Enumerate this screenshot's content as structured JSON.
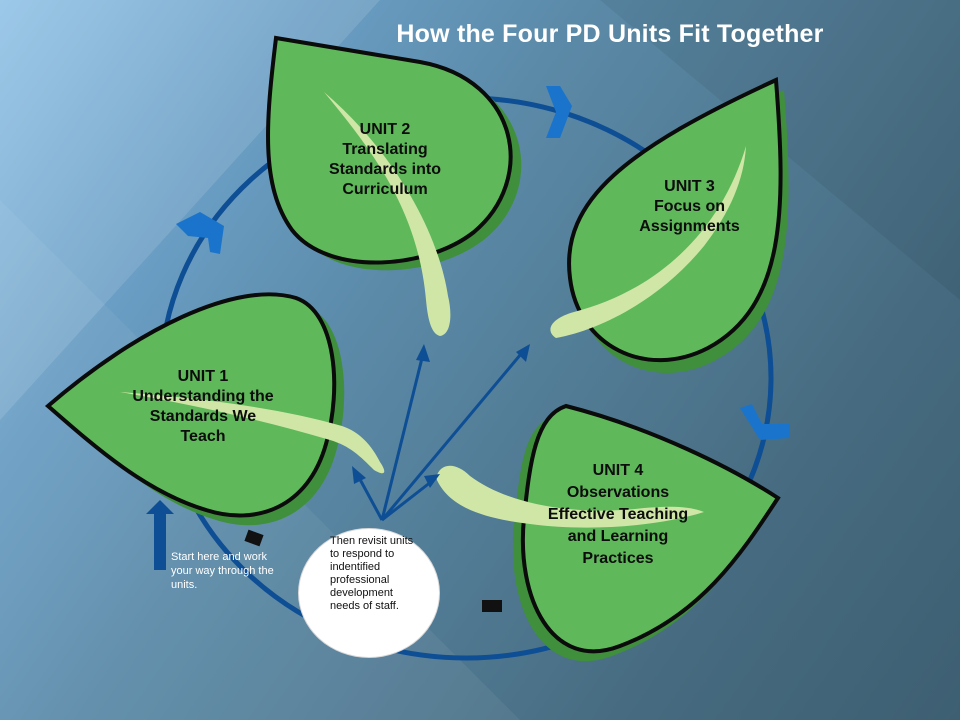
{
  "title": "How the Four PD Units Fit Together",
  "units": [
    {
      "lines": [
        "UNIT 1",
        "Understanding the",
        "Standards We",
        "Teach"
      ]
    },
    {
      "lines": [
        "UNIT 2",
        "Translating",
        "Standards into",
        "Curriculum"
      ]
    },
    {
      "lines": [
        "UNIT 3",
        "Focus on",
        "Assignments"
      ]
    },
    {
      "lines": [
        "UNIT 4",
        "Observations",
        "Effective Teaching",
        "and Learning",
        "Practices"
      ]
    }
  ],
  "start_note": "Start here and work your way through the units.",
  "revisit_note": "Then  revisit units to respond to indentified professional development needs of staff.",
  "colors": {
    "leaf_fill": "#5fb85a",
    "leaf_shadow": "#3f8f3c",
    "vein": "#cfe6a6",
    "cycle_line": "#0e4e94",
    "chevron": "#1a74cc"
  },
  "icons": [
    "leaf-icon",
    "chevron-right-icon",
    "up-arrow-icon"
  ]
}
